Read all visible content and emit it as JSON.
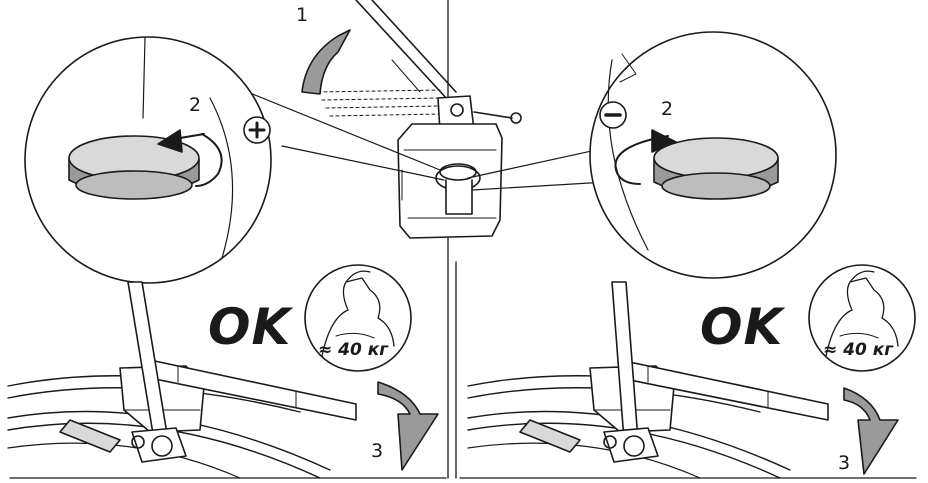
{
  "colors": {
    "line": "#1a1a1a",
    "grey_fill": "#9a9a9a",
    "light_fill": "#d9d9d9",
    "background": "#ffffff"
  },
  "steps": {
    "step_1": "1",
    "step_2_left": "2",
    "step_2_right": "2",
    "step_3_left": "3",
    "step_3_right": "3"
  },
  "symbols": {
    "plus": "+",
    "minus": "−"
  },
  "left_panel": {
    "ok_label": "OK",
    "force_label": "≈ 40 кг"
  },
  "right_panel": {
    "ok_label": "OK",
    "force_label": "≈ 40 кг"
  }
}
